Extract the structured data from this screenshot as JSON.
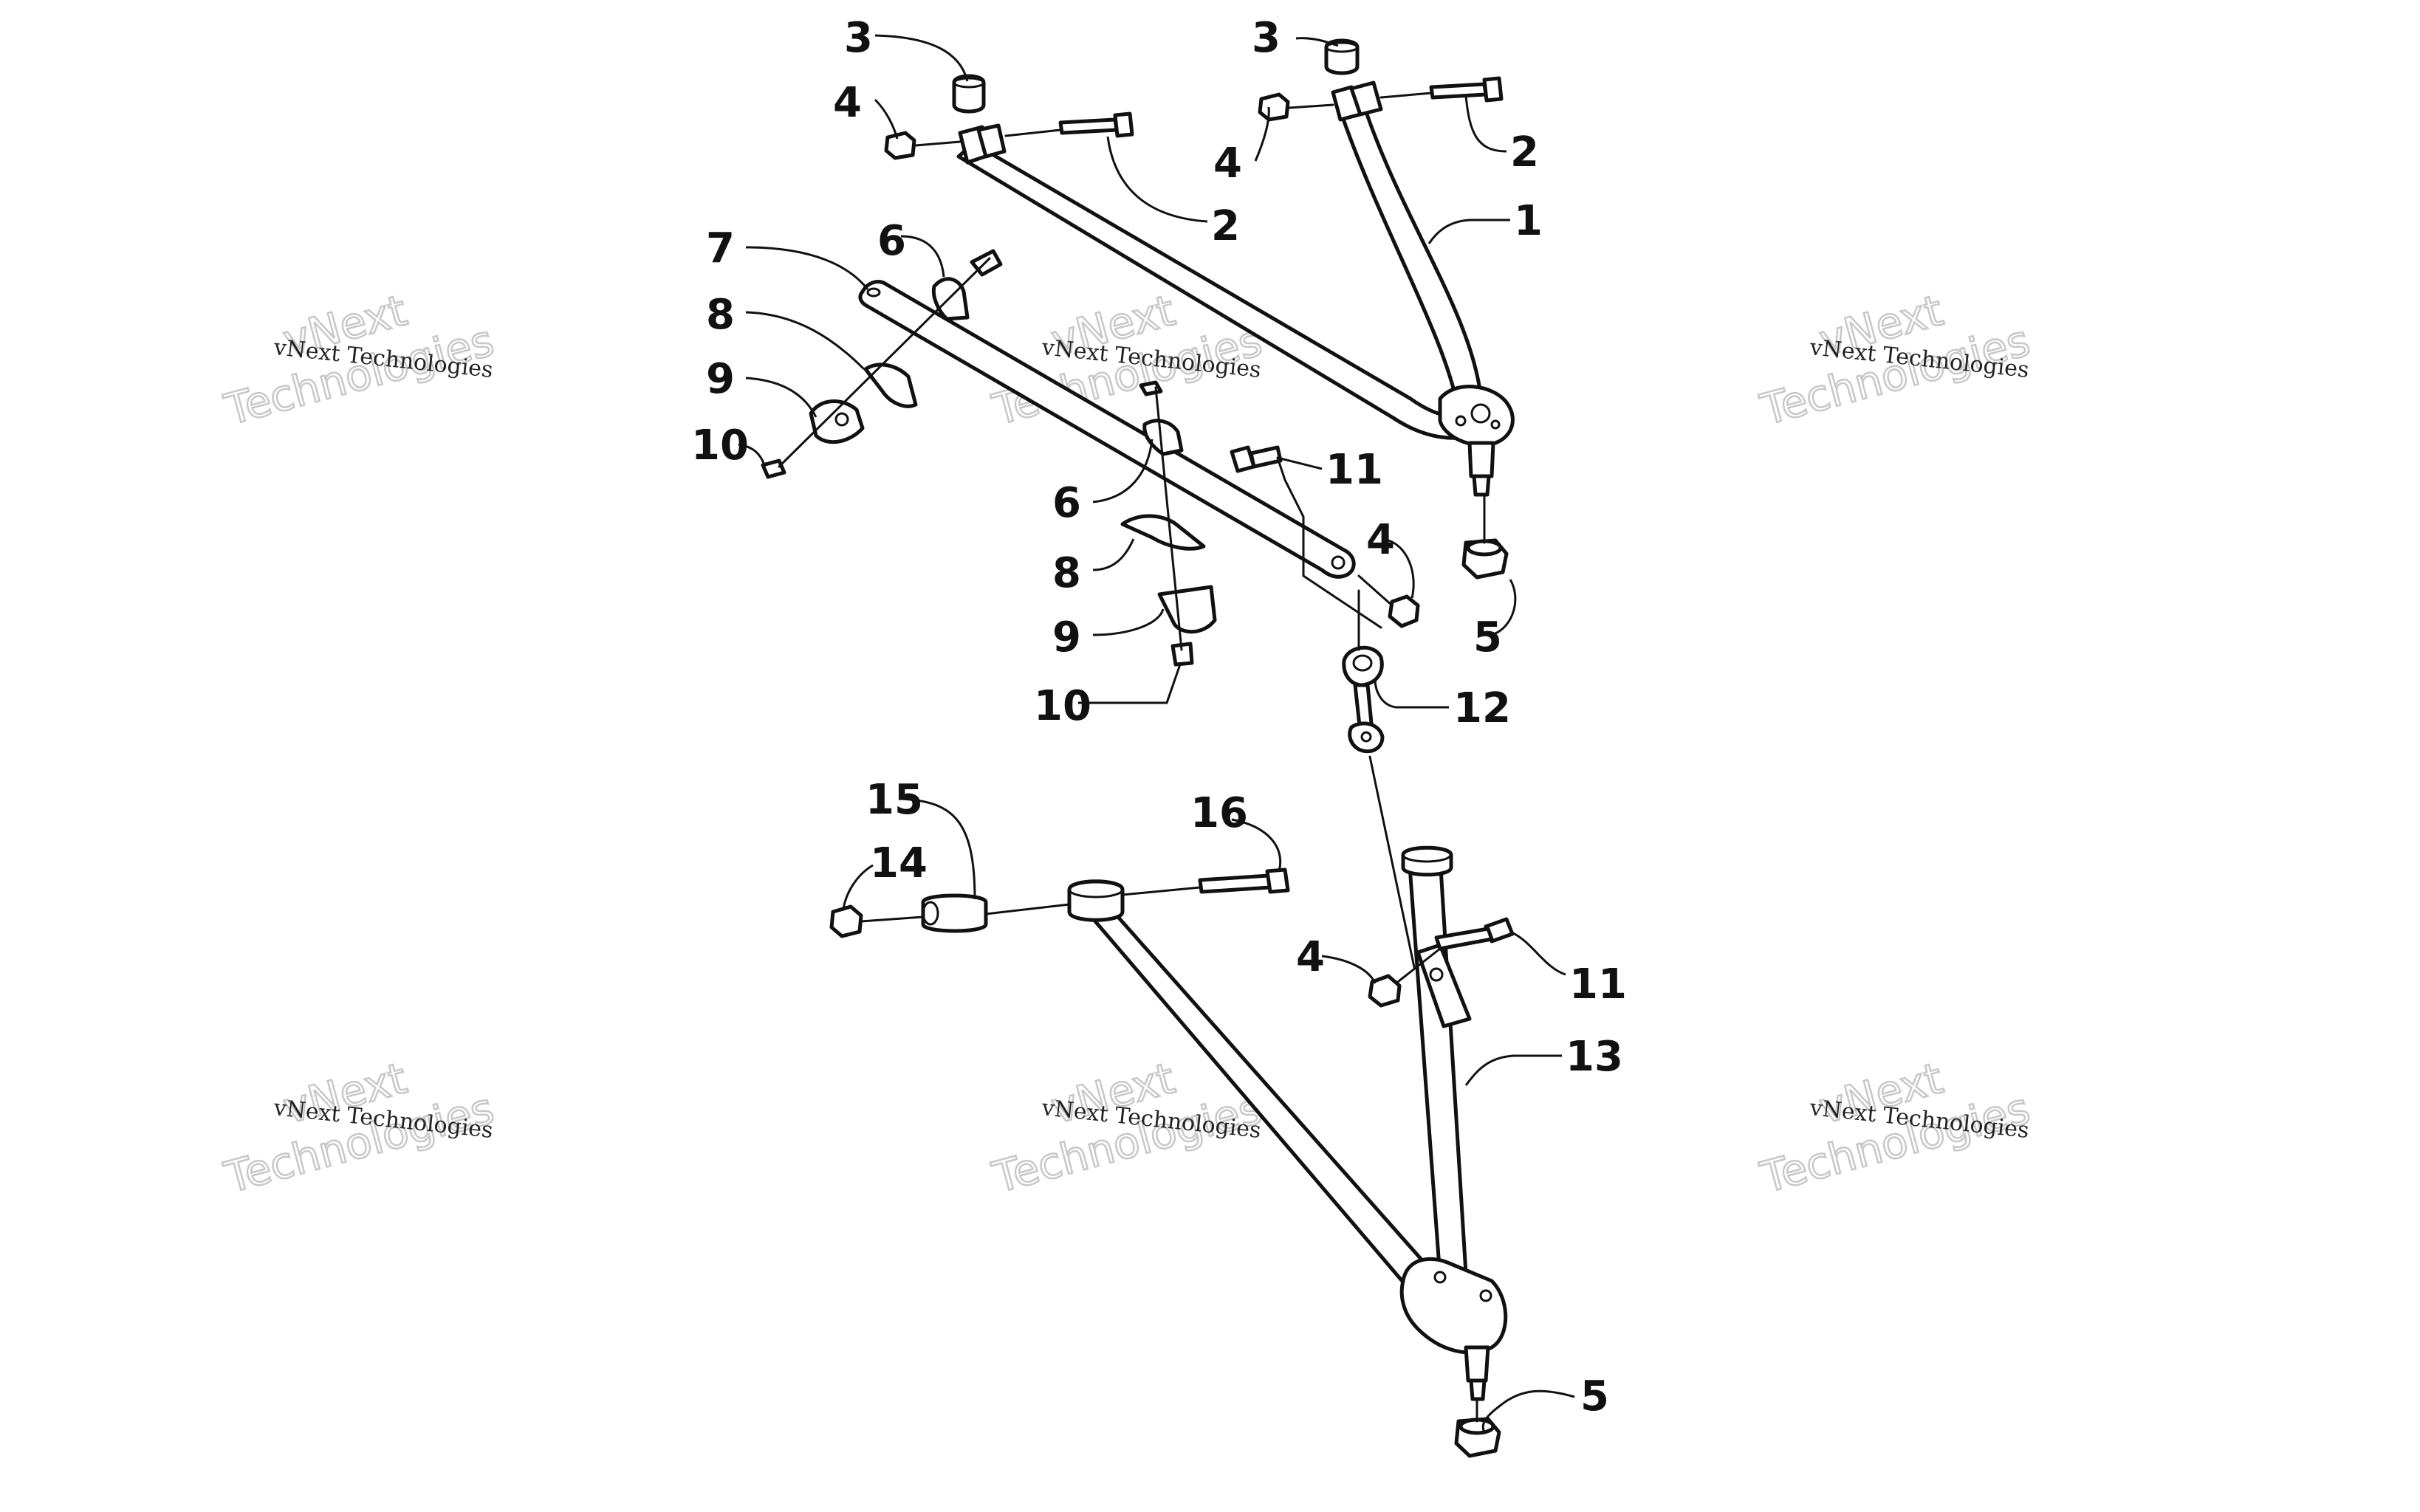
{
  "watermark": {
    "line1": "vNext Technologies",
    "word1": "vNext",
    "word2": "Technologies"
  },
  "callouts": {
    "c1": "1",
    "c2a": "2",
    "c2b": "2",
    "c3a": "3",
    "c3b": "3",
    "c4a": "4",
    "c4b": "4",
    "c4c": "4",
    "c4d": "4",
    "c5a": "5",
    "c5b": "5",
    "c6a": "6",
    "c6b": "6",
    "c7": "7",
    "c8a": "8",
    "c8b": "8",
    "c9a": "9",
    "c9b": "9",
    "c10a": "10",
    "c10b": "10",
    "c11a": "11",
    "c11b": "11",
    "c12": "12",
    "c13": "13",
    "c14": "14",
    "c15": "15",
    "c16": "16"
  },
  "colors": {
    "line": "#111111",
    "background": "#ffffff",
    "watermark": "#c8c8c8"
  }
}
